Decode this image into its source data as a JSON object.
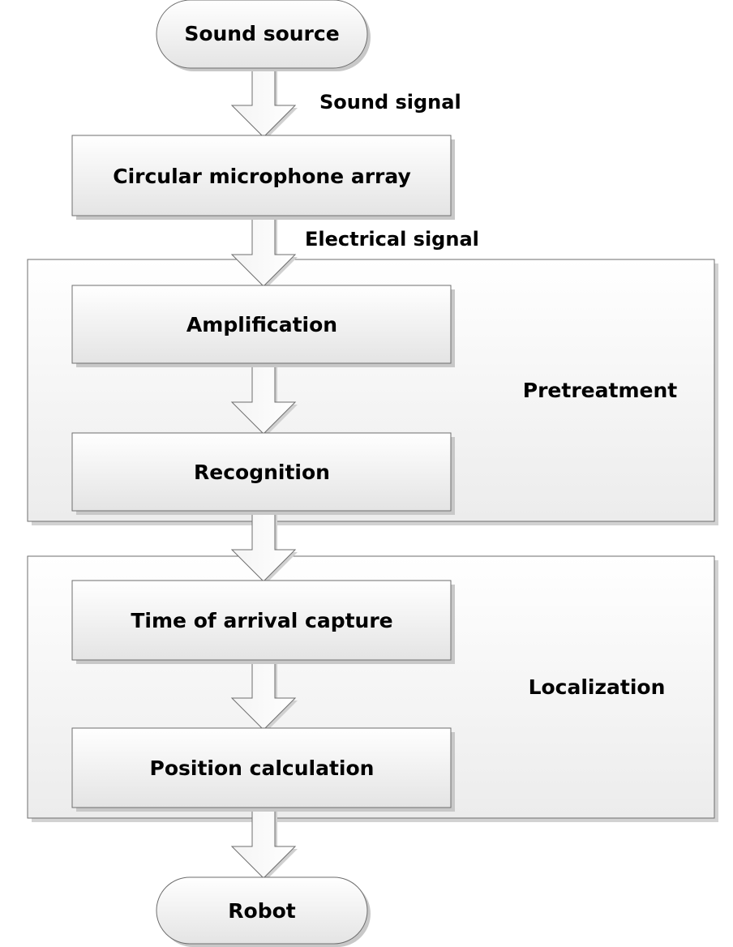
{
  "nodes": {
    "sound_source": "Sound source",
    "mic_array": "Circular microphone array",
    "amplification": "Amplification",
    "recognition": "Recognition",
    "toa_capture": "Time of arrival capture",
    "position_calc": "Position calculation",
    "robot": "Robot"
  },
  "groups": {
    "pretreatment": "Pretreatment",
    "localization": "Localization"
  },
  "edges": {
    "sound_signal": "Sound signal",
    "electrical_signal": "Electrical signal"
  },
  "colors": {
    "line": "#6e6e6e",
    "shadow": "#c8c8c8",
    "box_fill_top": "#ffffff",
    "box_fill_bottom": "#e4e4e4"
  }
}
